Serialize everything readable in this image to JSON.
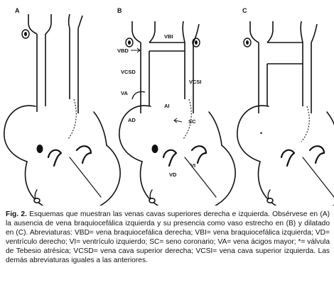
{
  "panels": [
    {
      "letter": "A",
      "labels": {}
    },
    {
      "letter": "B",
      "labels": {
        "vbi": "VBI",
        "vbd": "VBD",
        "vcsd": "VCSD",
        "vcsi": "VCSI",
        "va": "VA",
        "ad": "AD",
        "ai": "AI",
        "sc": "SC",
        "vi": "VI",
        "vd": "VD"
      }
    },
    {
      "letter": "C",
      "labels": {
        "star": "*"
      }
    }
  ],
  "caption": {
    "label": "Fig. 2.",
    "text": "Esquemas que muestran las venas cavas superiores derecha e izquierda. Obsérvese en (A) la ausencia de vena braquiocefálica izquierda y su presencia como vaso estrecho en (B) y dilatado en (C). Abreviaturas: VBD= vena braquiocefálica derecha; VBI= vena braquiocefálica izquierda; VD= ventrículo derecho; VI= ventrículo izquierdo; SC= seno coronario; VA= vena ácigos mayor; *= válvula de Tebesio atrésica; VCSD= vena cava superior derecha; VCSI= vena cava superior izquierda. Las demás abreviaturas iguales a las anteriores."
  }
}
